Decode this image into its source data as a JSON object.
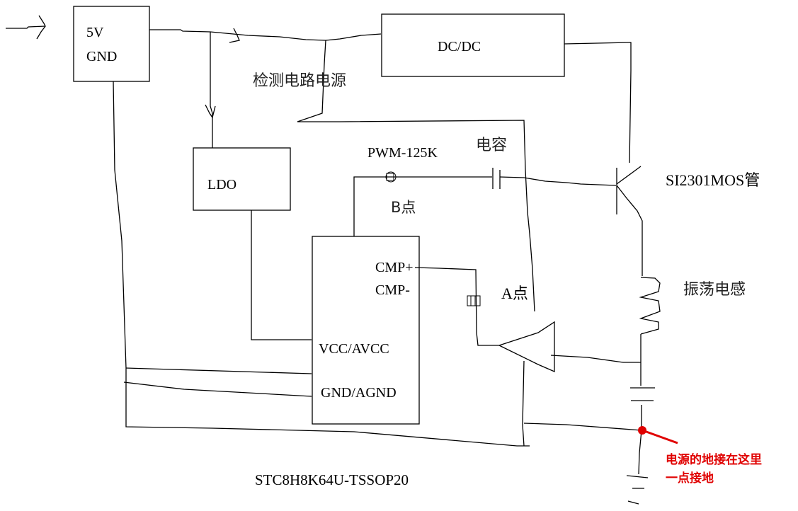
{
  "diagram": {
    "type": "hand-drawn circuit schematic",
    "blocks": {
      "power_input": {
        "line1": "5V",
        "line2": "GND"
      },
      "dcdc": "DC/DC",
      "ldo": "LDO",
      "mcu": {
        "pins": {
          "cmp_plus": "CMP+",
          "cmp_minus": "CMP-",
          "vcc": "VCC/AVCC",
          "gnd": "GND/AGND"
        },
        "part_number": "STC8H8K64U-TSSOP20"
      }
    },
    "labels": {
      "detect_power": "检测电路电源",
      "pwm": "PWM-125K",
      "capacitor": "电容",
      "point_b": "B点",
      "point_a": "A点",
      "mosfet": "SI2301MOS管",
      "inductor": "振荡电感"
    },
    "annotation": {
      "line1": "电源的地接在这里",
      "line2": "一点接地",
      "color": "#e00000"
    }
  }
}
